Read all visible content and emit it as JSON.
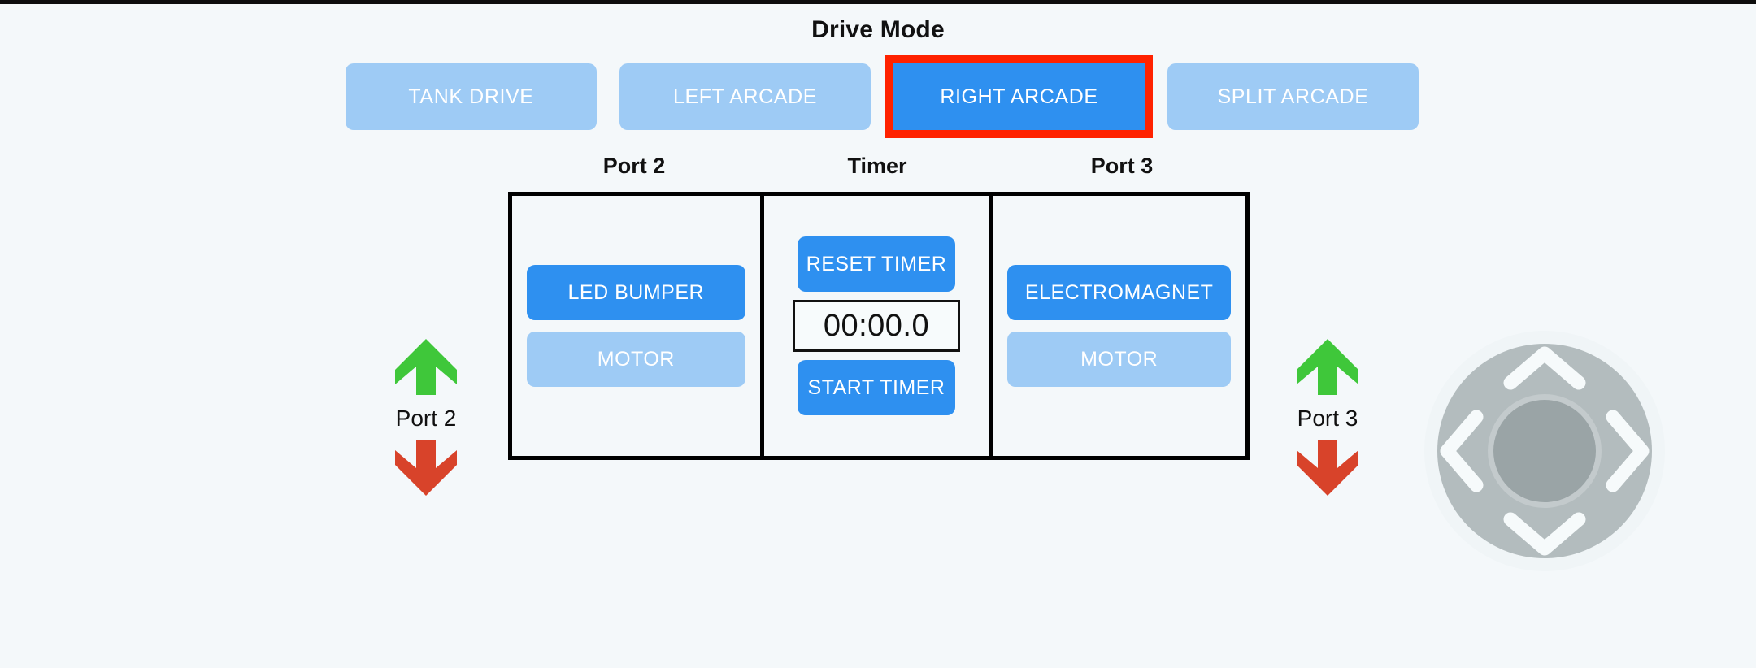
{
  "theme": {
    "background": "#f4f8fa",
    "accent_active": "#2e90f0",
    "accent_inactive": "#9ecbf5",
    "selection_highlight": "#ff2200",
    "arrow_up": "#3fc73a",
    "arrow_down": "#d8432a",
    "dpad_outer": "#b3bcbe",
    "dpad_inner": "#9aa4a6",
    "text_on_accent": "#ffffff",
    "text_dark": "#111111"
  },
  "drive_mode": {
    "title": "Drive Mode",
    "selected": "RIGHT ARCADE",
    "buttons": [
      {
        "label": "TANK DRIVE",
        "selected": false
      },
      {
        "label": "LEFT ARCADE",
        "selected": false
      },
      {
        "label": "RIGHT ARCADE",
        "selected": true
      },
      {
        "label": "SPLIT ARCADE",
        "selected": false
      }
    ]
  },
  "panel": {
    "headers": [
      {
        "label": "Port 2"
      },
      {
        "label": "Timer"
      },
      {
        "label": "Port 3"
      }
    ],
    "port2": {
      "header": "Port 2",
      "buttons": [
        {
          "label": "LED BUMPER",
          "active": true
        },
        {
          "label": "MOTOR",
          "active": false
        }
      ]
    },
    "timer": {
      "header": "Timer",
      "reset_label": "RESET TIMER",
      "display": "00:00.0",
      "start_label": "START TIMER"
    },
    "port3": {
      "header": "Port 3",
      "buttons": [
        {
          "label": "ELECTROMAGNET",
          "active": true
        },
        {
          "label": "MOTOR",
          "active": false
        }
      ]
    }
  },
  "port_controls": [
    {
      "label": "Port 2",
      "up_icon": "arrow-up-icon",
      "down_icon": "arrow-down-icon"
    },
    {
      "label": "Port 3",
      "up_icon": "arrow-up-icon",
      "down_icon": "arrow-down-icon"
    }
  ],
  "dpad": {
    "up": "chevron-up-icon",
    "down": "chevron-down-icon",
    "left": "chevron-left-icon",
    "right": "chevron-right-icon",
    "center": "dpad-center"
  }
}
